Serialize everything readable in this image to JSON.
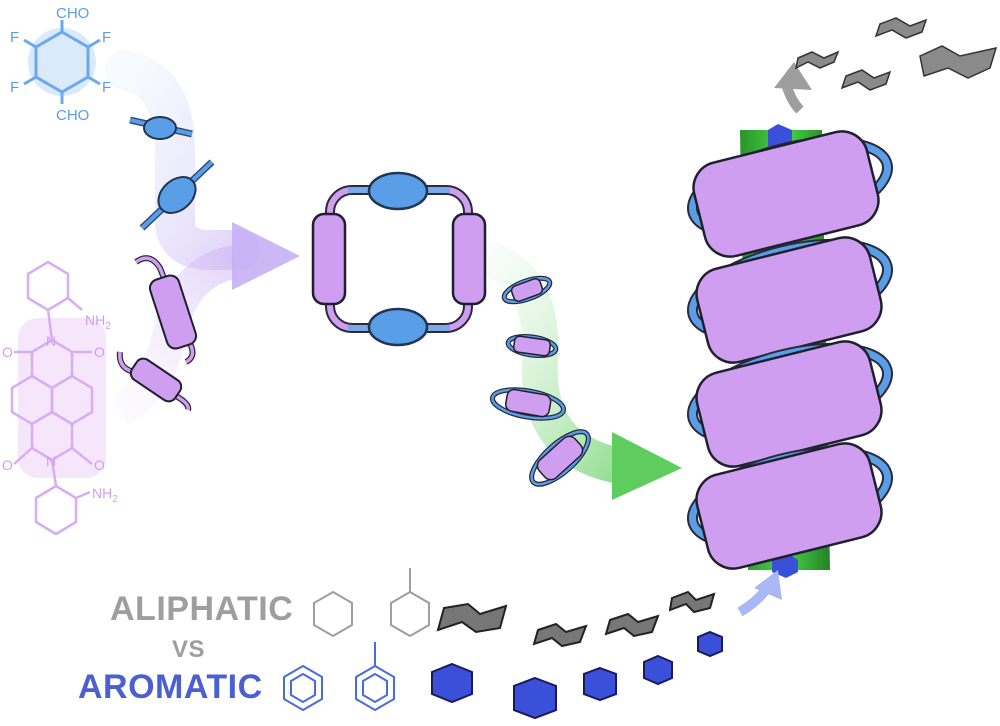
{
  "labels": {
    "aliphatic": "ALIPHATIC",
    "vs": "VS",
    "aromatic": "AROMATIC"
  },
  "chemistry": {
    "aldehyde": "CHO",
    "fluorine": "F",
    "amine": "NH",
    "amine_subscript": "2",
    "oxygen": "O",
    "nitrogen": "N"
  },
  "colors": {
    "blue_component": "#5b9ee8",
    "purple_component": "#cf9ef0",
    "green_template": "#33c433",
    "aliphatic_gray": "#8a8a8a",
    "aromatic_blue": "#3a50d8",
    "structure_blue": "#6aa8f0",
    "structure_purple": "#cc9ef0"
  }
}
